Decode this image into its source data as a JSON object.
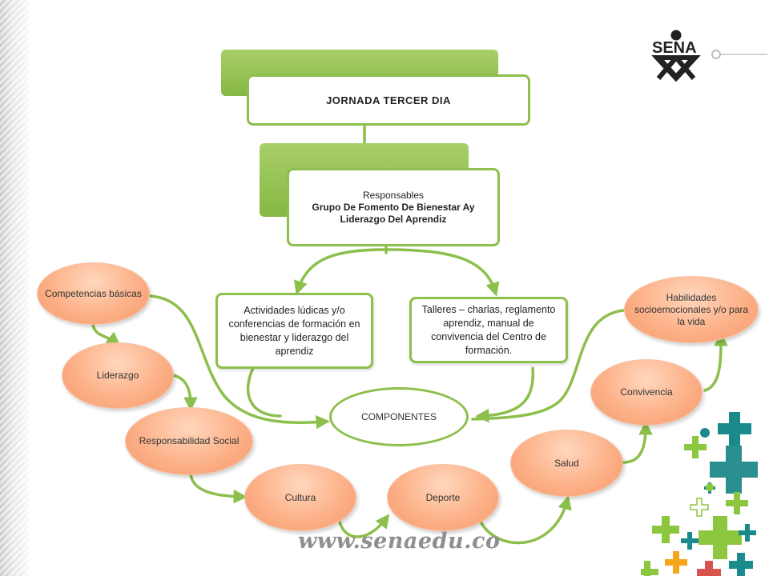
{
  "title": "JORNADA  TERCER  DIA",
  "responsables": {
    "label": "Responsables",
    "group_line1": "Grupo De Fomento De Bienestar Ay",
    "group_line2": "Liderazgo Del Aprendiz"
  },
  "activities": {
    "left": "Actividades lúdicas y/o conferencias de formación en bienestar y liderazgo del aprendiz",
    "right": "Talleres – charlas, reglamento aprendiz, manual de convivencia del Centro de formación."
  },
  "center_label": "COMPONENTES",
  "components": [
    "Competencias básicas",
    "Liderazgo",
    "Responsabilidad Social",
    "Cultura",
    "Deporte",
    "Salud",
    "Convivencia",
    "Habilidades socioemocionales y/o para la vida"
  ],
  "logo_text": "SENA",
  "website": "www.senaedu.co",
  "colors": {
    "green": "#8cbf4b",
    "orange_fill": "#fcae84",
    "logo": "#222222",
    "decor_green": "#8dc63f",
    "decor_teal": "#1b8a8c"
  },
  "icons": [
    "sena-logo-icon",
    "decorative-plus-icons"
  ]
}
